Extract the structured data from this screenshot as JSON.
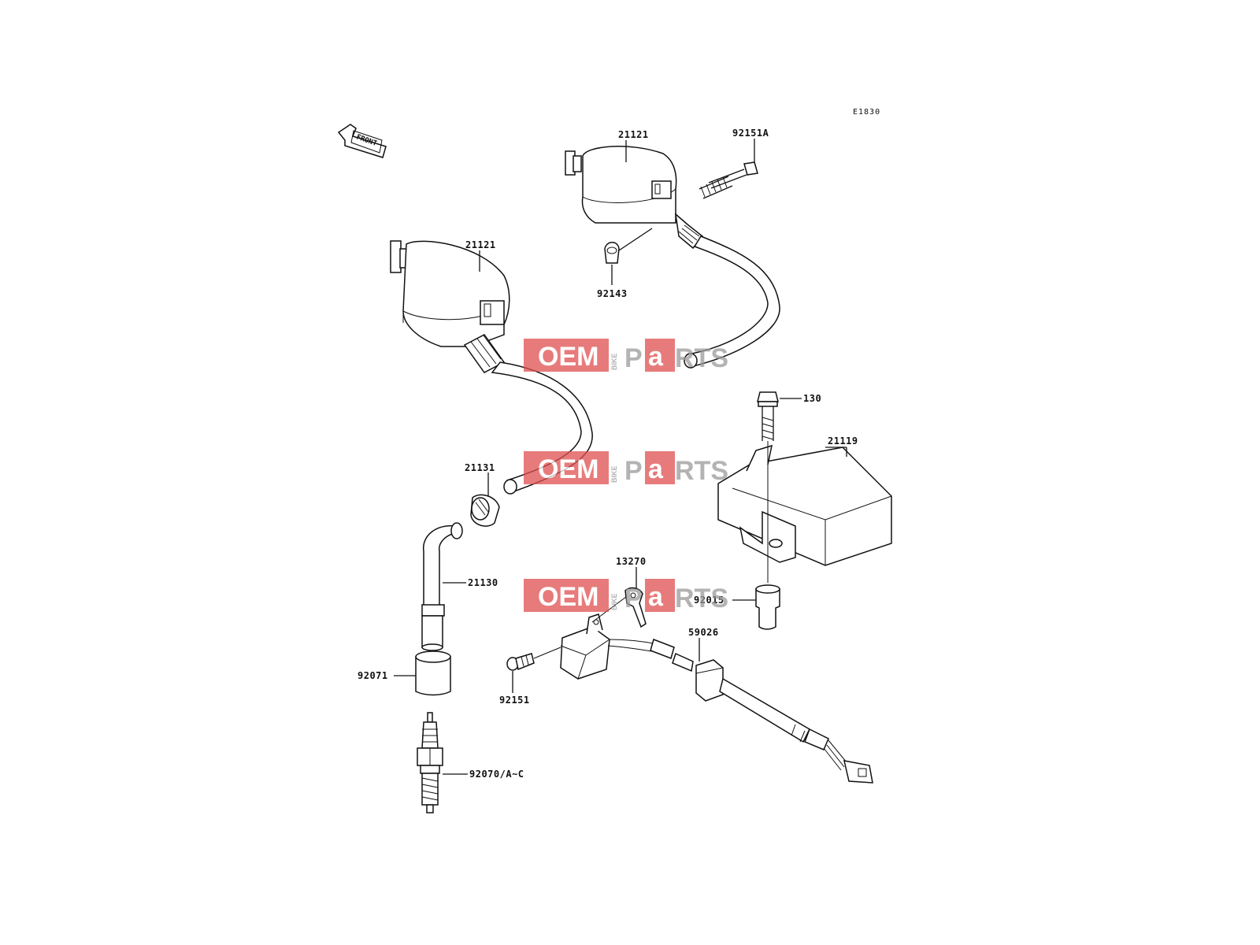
{
  "diagram_code": "E1830",
  "front_label": "FRONT",
  "watermark": {
    "left": "OEM",
    "middle": "BIKE",
    "right_a": "P",
    "right_b": "a",
    "right_c": "RTS",
    "color_red": "#e05050",
    "color_gray": "#9a9a9a"
  },
  "parts": {
    "coil_upper": "21121",
    "coil_upper_bolt": "92151A",
    "coil_upper_collar": "92143",
    "coil_lower": "21121",
    "cap_seal": "21131",
    "plug_cap": "21130",
    "plug_cap_seal": "92071",
    "spark_plug": "92070/A~C",
    "igniter_bolt": "130",
    "igniter": "21119",
    "igniter_collar": "92015",
    "pickup_clamp": "13270",
    "pickup_screw": "92151",
    "pickup_coil": "59026"
  }
}
